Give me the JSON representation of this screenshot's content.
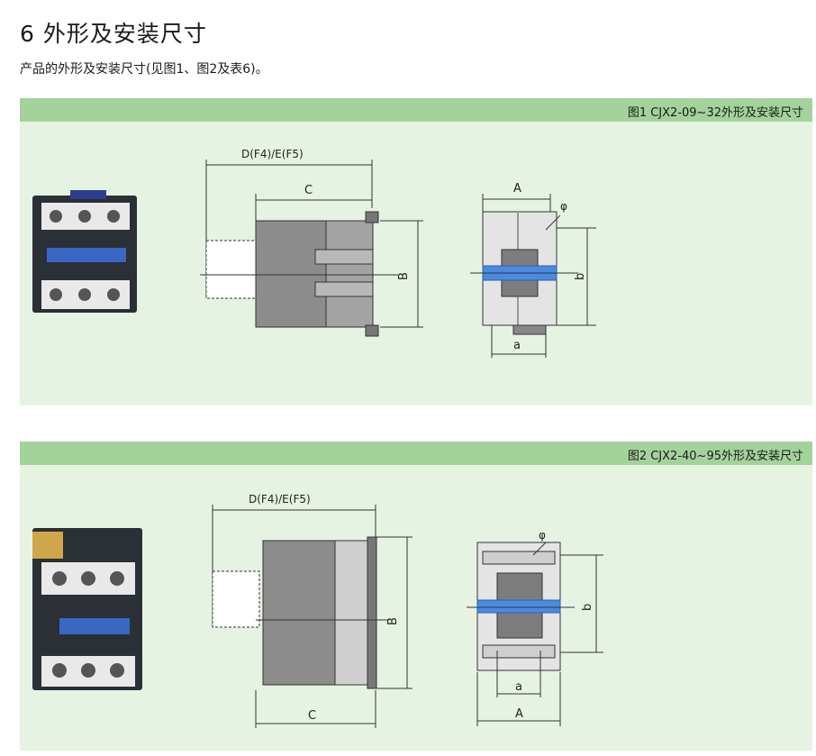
{
  "section": {
    "title": "6 外形及安装尺寸",
    "subtitle": "产品的外形及安装尺寸(见图1、图2及表6)。"
  },
  "figure1": {
    "caption": "图1 CJX2-09~32外形及安装尺寸",
    "labels": {
      "d_e": "D(F4)/E(F5)",
      "c": "C",
      "b_upper": "B",
      "a_upper": "A",
      "phi": "φ",
      "b_lower": "b",
      "a_lower": "a"
    }
  },
  "figure2": {
    "caption": "图2 CJX2-40~95外形及安装尺寸",
    "labels": {
      "d_e": "D(F4)/E(F5)",
      "c": "C",
      "b_upper": "B",
      "a_upper": "A",
      "phi": "φ",
      "b_lower": "b",
      "a_lower": "a"
    }
  },
  "colors": {
    "panel_bg": "#e6f3e3",
    "header_bg": "#a3d39b",
    "body_gray": "#8c8c8c",
    "accent_blue": "#3a7bd5"
  }
}
